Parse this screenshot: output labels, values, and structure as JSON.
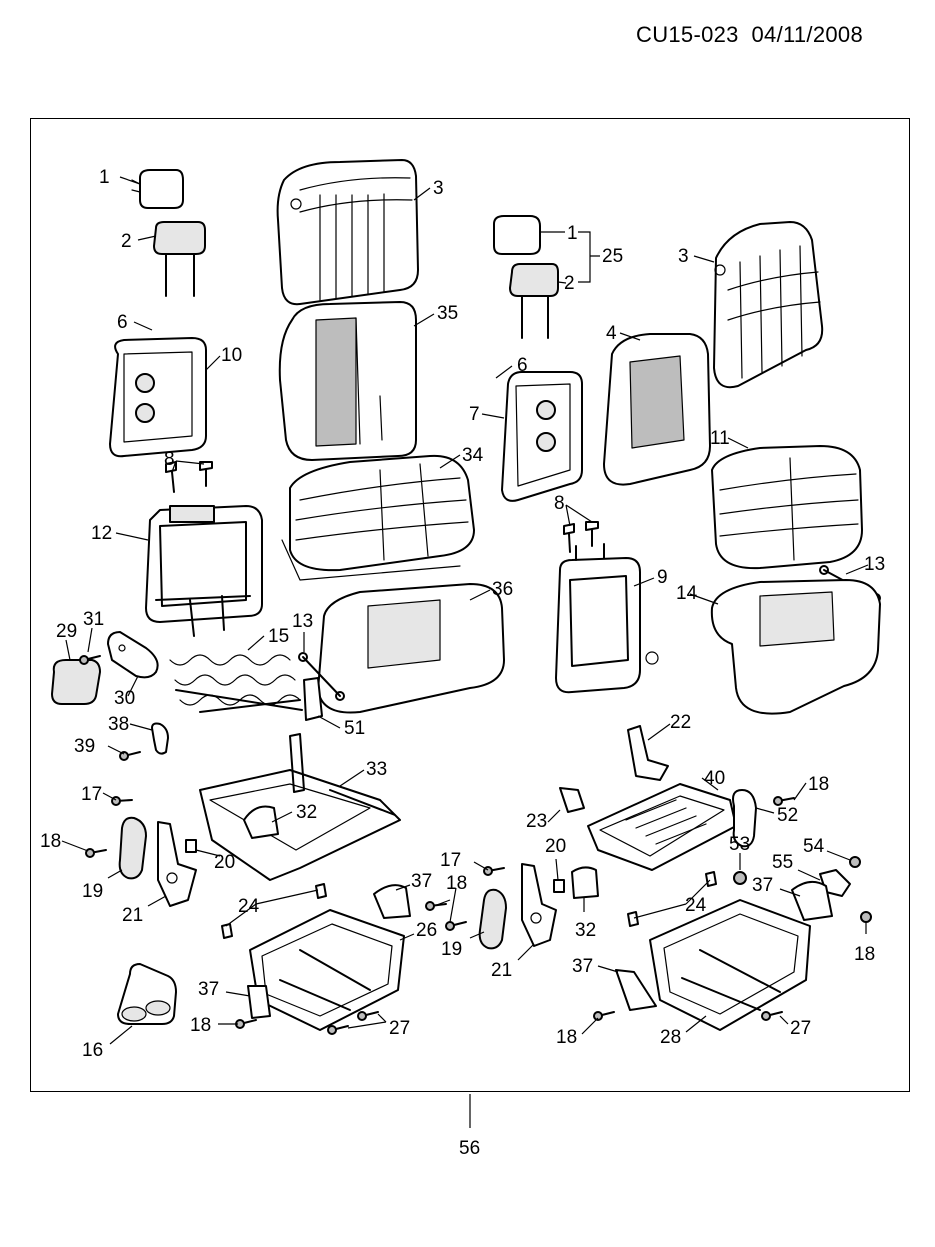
{
  "header": {
    "ref_code": "CU15-023",
    "date": "04/11/2008"
  },
  "assembly_number": "56",
  "callouts": [
    {
      "id": "c1a",
      "n": "1"
    },
    {
      "id": "c2a",
      "n": "2"
    },
    {
      "id": "c3a",
      "n": "3"
    },
    {
      "id": "c6a",
      "n": "6"
    },
    {
      "id": "c10",
      "n": "10"
    },
    {
      "id": "c35",
      "n": "35"
    },
    {
      "id": "c1b",
      "n": "1"
    },
    {
      "id": "c2b",
      "n": "2"
    },
    {
      "id": "c25",
      "n": "25"
    },
    {
      "id": "c3b",
      "n": "3"
    },
    {
      "id": "c6b",
      "n": "6"
    },
    {
      "id": "c4",
      "n": "4"
    },
    {
      "id": "c7",
      "n": "7"
    },
    {
      "id": "c11",
      "n": "11"
    },
    {
      "id": "c8a",
      "n": "8"
    },
    {
      "id": "c34",
      "n": "34"
    },
    {
      "id": "c12",
      "n": "12"
    },
    {
      "id": "c8b",
      "n": "8"
    },
    {
      "id": "c9",
      "n": "9"
    },
    {
      "id": "c13b",
      "n": "13"
    },
    {
      "id": "c14",
      "n": "14"
    },
    {
      "id": "c36",
      "n": "36"
    },
    {
      "id": "c13a",
      "n": "13"
    },
    {
      "id": "c29",
      "n": "29"
    },
    {
      "id": "c31",
      "n": "31"
    },
    {
      "id": "c15",
      "n": "15"
    },
    {
      "id": "c30",
      "n": "30"
    },
    {
      "id": "c51",
      "n": "51"
    },
    {
      "id": "c38",
      "n": "38"
    },
    {
      "id": "c39",
      "n": "39"
    },
    {
      "id": "c22",
      "n": "22"
    },
    {
      "id": "c33",
      "n": "33"
    },
    {
      "id": "c40",
      "n": "40"
    },
    {
      "id": "c18a",
      "n": "18"
    },
    {
      "id": "c17a",
      "n": "17"
    },
    {
      "id": "c32a",
      "n": "32"
    },
    {
      "id": "c23",
      "n": "23"
    },
    {
      "id": "c52",
      "n": "52"
    },
    {
      "id": "c18b",
      "n": "18"
    },
    {
      "id": "c20a",
      "n": "20"
    },
    {
      "id": "c53",
      "n": "53"
    },
    {
      "id": "c54",
      "n": "54"
    },
    {
      "id": "c19a",
      "n": "19"
    },
    {
      "id": "c17b",
      "n": "17"
    },
    {
      "id": "c20b",
      "n": "20"
    },
    {
      "id": "c55",
      "n": "55"
    },
    {
      "id": "c37a",
      "n": "37"
    },
    {
      "id": "c18c",
      "n": "18"
    },
    {
      "id": "c37b",
      "n": "37"
    },
    {
      "id": "c21a",
      "n": "21"
    },
    {
      "id": "c24a",
      "n": "24"
    },
    {
      "id": "c32b",
      "n": "32"
    },
    {
      "id": "c24b",
      "n": "24"
    },
    {
      "id": "c18d",
      "n": "18"
    },
    {
      "id": "c26",
      "n": "26"
    },
    {
      "id": "c19b",
      "n": "19"
    },
    {
      "id": "c21b",
      "n": "21"
    },
    {
      "id": "c37c",
      "n": "37"
    },
    {
      "id": "c37d",
      "n": "37"
    },
    {
      "id": "c18e",
      "n": "18"
    },
    {
      "id": "c27a",
      "n": "27"
    },
    {
      "id": "c28",
      "n": "28"
    },
    {
      "id": "c27b",
      "n": "27"
    },
    {
      "id": "c16",
      "n": "16"
    },
    {
      "id": "c18f",
      "n": "18"
    }
  ]
}
